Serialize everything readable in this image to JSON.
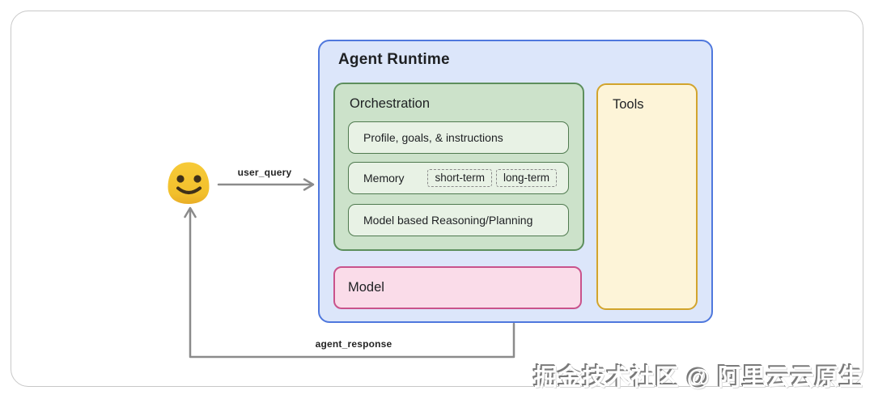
{
  "diagram": {
    "agent_runtime": {
      "title": "Agent Runtime"
    },
    "orchestration": {
      "title": "Orchestration",
      "items": [
        {
          "label": "Profile, goals, & instructions"
        },
        {
          "label": "Memory",
          "tags": [
            "short-term",
            "long-term"
          ]
        },
        {
          "label": "Model based Reasoning/Planning"
        }
      ]
    },
    "model": {
      "title": "Model"
    },
    "tools": {
      "title": "Tools"
    },
    "user": {
      "icon": "user-blob-emoji"
    },
    "arrows": [
      {
        "label": "user_query",
        "from": "user",
        "to": "agent_runtime"
      },
      {
        "label": "agent_response",
        "from": "agent_runtime",
        "to": "user"
      }
    ],
    "watermark": "掘金技术社区 @ 阿里云云原生"
  },
  "colors": {
    "agent_runtime_bg": "#dce6fa",
    "agent_runtime_border": "#4f78dd",
    "orchestration_bg": "#cce2ca",
    "orchestration_border": "#5d8f5d",
    "orchestration_item_bg": "#e8f2e5",
    "orchestration_item_border": "#4f7a4f",
    "memory_tag_border": "#8a8a8a",
    "model_bg": "#fadce9",
    "model_border": "#c9538c",
    "tools_bg": "#fdf4d8",
    "tools_border": "#d2a42c",
    "arrow": "#8b8b8b",
    "emoji_yellow": "#f4c431",
    "emoji_features": "#3f3019",
    "outer_card_border": "#c8c8c8"
  }
}
